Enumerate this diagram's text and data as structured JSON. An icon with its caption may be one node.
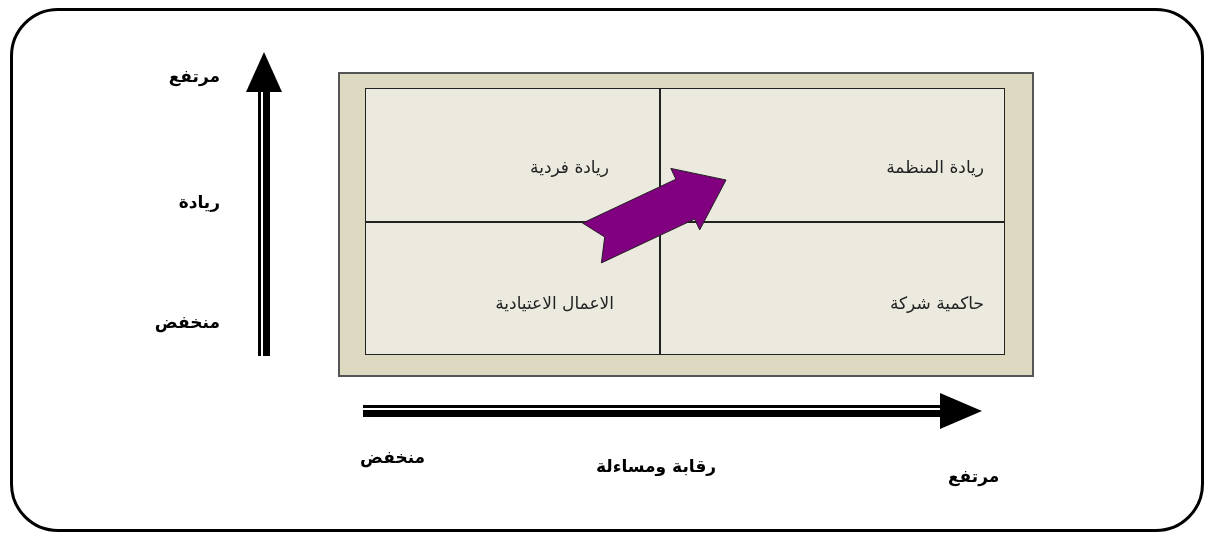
{
  "diagram": {
    "nodes": [
      {
        "text": [
          "ريادة فردية"
        ]
      },
      {
        "text": [
          "ريادة المنظمة"
        ]
      },
      {
        "text": [
          "الاعمال الاعتيادية"
        ]
      },
      {
        "text": [
          "حاكمية شركة"
        ]
      }
    ],
    "edges": [
      {
        "from": 0,
        "to": 1,
        "arrow": "to",
        "style": "thick",
        "color": "#800080"
      }
    ],
    "labels": [
      "مرتفع",
      "ريادة",
      "منخفض",
      "منخفض",
      "رقابة ومساءلة",
      "مرتفع"
    ]
  }
}
